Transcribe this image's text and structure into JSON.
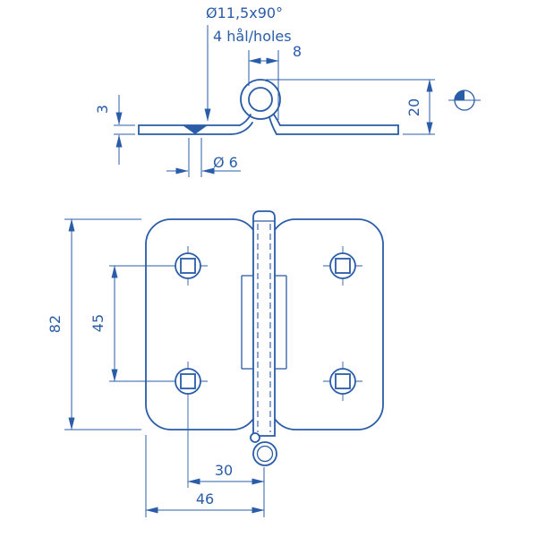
{
  "drawing": {
    "background": "#ffffff",
    "line_color": "#2a5ca8",
    "side_view": {
      "countersink_note": "Ø11,5x90°",
      "holes_note": "4 hål/holes",
      "dim_knuckle_offset": "8",
      "dim_plate_thickness": "3",
      "dim_overall_height": "20",
      "dim_hole_diameter": "Ø 6"
    },
    "front_view": {
      "dim_plate_height": "82",
      "dim_hole_centers": "45",
      "dim_hole_to_pin_center": "30",
      "dim_edge_to_pin_center": "46"
    },
    "symbols": {
      "projection_symbol": "first-angle-projection-icon"
    }
  }
}
